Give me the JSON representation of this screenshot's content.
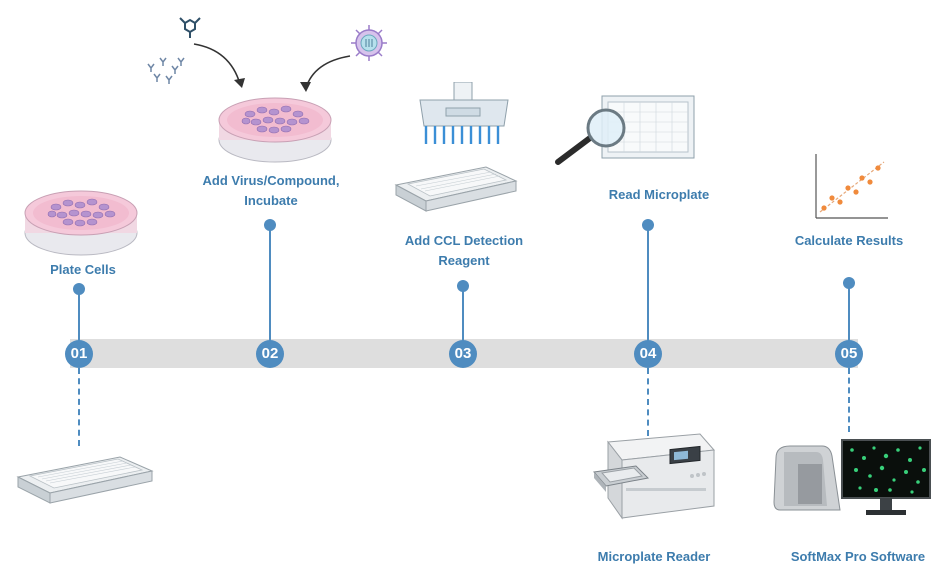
{
  "workflow": {
    "steps": [
      {
        "number": "01",
        "label": "Plate Cells"
      },
      {
        "number": "02",
        "label_line1": "Add Virus/Compound,",
        "label_line2": "Incubate"
      },
      {
        "number": "03",
        "label_line1": "Add CCL Detection",
        "label_line2": "Reagent"
      },
      {
        "number": "04",
        "label": "Read Microplate"
      },
      {
        "number": "05",
        "label": "Calculate Results"
      }
    ],
    "instruments": {
      "reader": "Microplate Reader",
      "software": "SoftMax Pro Software"
    }
  },
  "colors": {
    "accent": "#4f8cc0",
    "label_text": "#3d7cad",
    "timeline_bar": "#dedede",
    "dish_media": "#f3c6d8",
    "cells": "#b593cf",
    "monitor_dots": "#38d07a",
    "scatter_points": "#f08a3c"
  }
}
